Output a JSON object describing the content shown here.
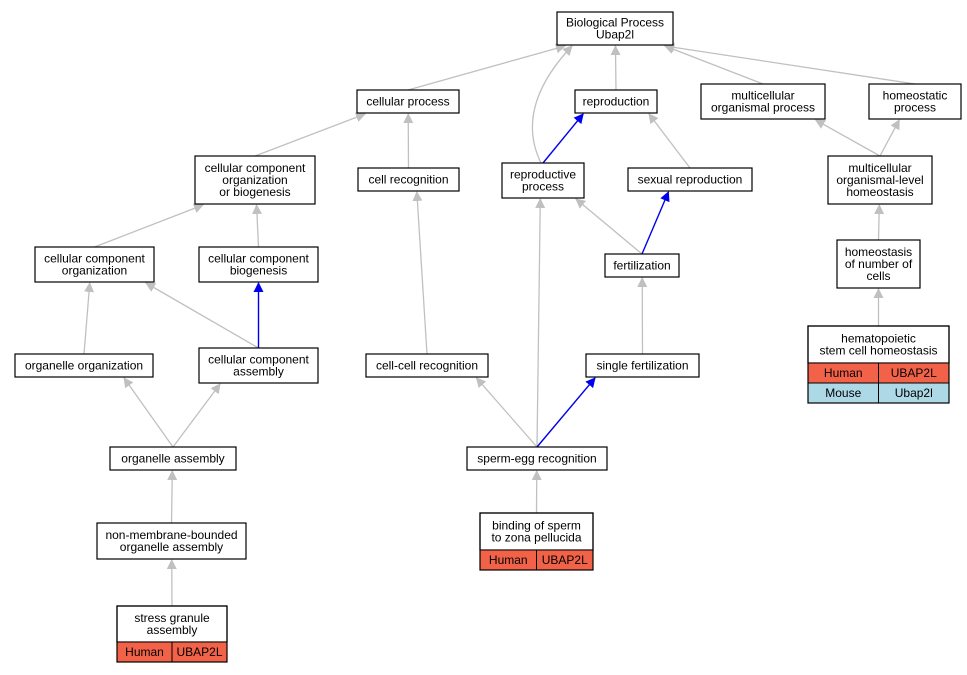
{
  "diagram": {
    "nodes": [
      {
        "id": "bp",
        "lines": [
          "Biological Process",
          "Ubap2l"
        ]
      },
      {
        "id": "cp",
        "lines": [
          "cellular process"
        ]
      },
      {
        "id": "rep",
        "lines": [
          "reproduction"
        ]
      },
      {
        "id": "mop",
        "lines": [
          "multicellular",
          "organismal process"
        ]
      },
      {
        "id": "hp",
        "lines": [
          "homeostatic",
          "process"
        ]
      },
      {
        "id": "ccob",
        "lines": [
          "cellular component",
          "organization",
          "or biogenesis"
        ]
      },
      {
        "id": "cr",
        "lines": [
          "cell recognition"
        ]
      },
      {
        "id": "rp",
        "lines": [
          "reproductive",
          "process"
        ]
      },
      {
        "id": "sr",
        "lines": [
          "sexual reproduction"
        ]
      },
      {
        "id": "molh",
        "lines": [
          "multicellular",
          "organismal-level",
          "homeostasis"
        ]
      },
      {
        "id": "cco",
        "lines": [
          "cellular component",
          "organization"
        ]
      },
      {
        "id": "ccb",
        "lines": [
          "cellular component",
          "biogenesis"
        ]
      },
      {
        "id": "fert",
        "lines": [
          "fertilization"
        ]
      },
      {
        "id": "hnc",
        "lines": [
          "homeostasis",
          "of number of",
          "cells"
        ]
      },
      {
        "id": "oo",
        "lines": [
          "organelle organization"
        ]
      },
      {
        "id": "cca",
        "lines": [
          "cellular component",
          "assembly"
        ]
      },
      {
        "id": "ccr",
        "lines": [
          "cell-cell recognition"
        ]
      },
      {
        "id": "sf",
        "lines": [
          "single fertilization"
        ]
      },
      {
        "id": "hsch",
        "lines": [
          "hematopoietic",
          "stem cell homeostasis"
        ]
      },
      {
        "id": "oa",
        "lines": [
          "organelle assembly"
        ]
      },
      {
        "id": "ser",
        "lines": [
          "sperm-egg recognition"
        ]
      },
      {
        "id": "nmboa",
        "lines": [
          "non-membrane-bounded",
          "organelle assembly"
        ]
      },
      {
        "id": "bszp",
        "lines": [
          "binding of sperm",
          "to zona pellucida"
        ]
      },
      {
        "id": "sga",
        "lines": [
          "stress granule",
          "assembly"
        ]
      }
    ],
    "annotations": [
      {
        "node": "hsch",
        "rows": [
          {
            "species": "Human",
            "gene": "UBAP2L",
            "color": "#f26249"
          },
          {
            "species": "Mouse",
            "gene": "Ubap2l",
            "color": "#add8e6"
          }
        ]
      },
      {
        "node": "bszp",
        "rows": [
          {
            "species": "Human",
            "gene": "UBAP2L",
            "color": "#f26249"
          }
        ]
      },
      {
        "node": "sga",
        "rows": [
          {
            "species": "Human",
            "gene": "UBAP2L",
            "color": "#f26249"
          }
        ]
      }
    ],
    "edges": [
      {
        "from": "cp",
        "to": "bp",
        "color": "gray"
      },
      {
        "from": "rep",
        "to": "bp",
        "color": "gray"
      },
      {
        "from": "mop",
        "to": "bp",
        "color": "gray"
      },
      {
        "from": "hp",
        "to": "bp",
        "color": "gray"
      },
      {
        "from": "rp",
        "to": "bp",
        "color": "gray"
      },
      {
        "from": "ccob",
        "to": "cp",
        "color": "gray"
      },
      {
        "from": "cr",
        "to": "cp",
        "color": "gray"
      },
      {
        "from": "rp",
        "to": "rep",
        "color": "blue"
      },
      {
        "from": "sr",
        "to": "rep",
        "color": "gray"
      },
      {
        "from": "molh",
        "to": "mop",
        "color": "gray"
      },
      {
        "from": "molh",
        "to": "hp",
        "color": "gray"
      },
      {
        "from": "cco",
        "to": "ccob",
        "color": "gray"
      },
      {
        "from": "ccb",
        "to": "ccob",
        "color": "gray"
      },
      {
        "from": "fert",
        "to": "rp",
        "color": "gray"
      },
      {
        "from": "fert",
        "to": "sr",
        "color": "blue"
      },
      {
        "from": "hnc",
        "to": "molh",
        "color": "gray"
      },
      {
        "from": "oo",
        "to": "cco",
        "color": "gray"
      },
      {
        "from": "cca",
        "to": "cco",
        "color": "gray"
      },
      {
        "from": "cca",
        "to": "ccb",
        "color": "blue"
      },
      {
        "from": "ccr",
        "to": "cr",
        "color": "gray"
      },
      {
        "from": "sf",
        "to": "fert",
        "color": "gray"
      },
      {
        "from": "hsch",
        "to": "hnc",
        "color": "gray"
      },
      {
        "from": "oa",
        "to": "oo",
        "color": "gray"
      },
      {
        "from": "oa",
        "to": "cca",
        "color": "gray"
      },
      {
        "from": "ser",
        "to": "ccr",
        "color": "gray"
      },
      {
        "from": "ser",
        "to": "rp",
        "color": "gray"
      },
      {
        "from": "ser",
        "to": "sf",
        "color": "blue"
      },
      {
        "from": "nmboa",
        "to": "oa",
        "color": "gray"
      },
      {
        "from": "bszp",
        "to": "ser",
        "color": "gray"
      },
      {
        "from": "sga",
        "to": "nmboa",
        "color": "gray"
      }
    ]
  }
}
